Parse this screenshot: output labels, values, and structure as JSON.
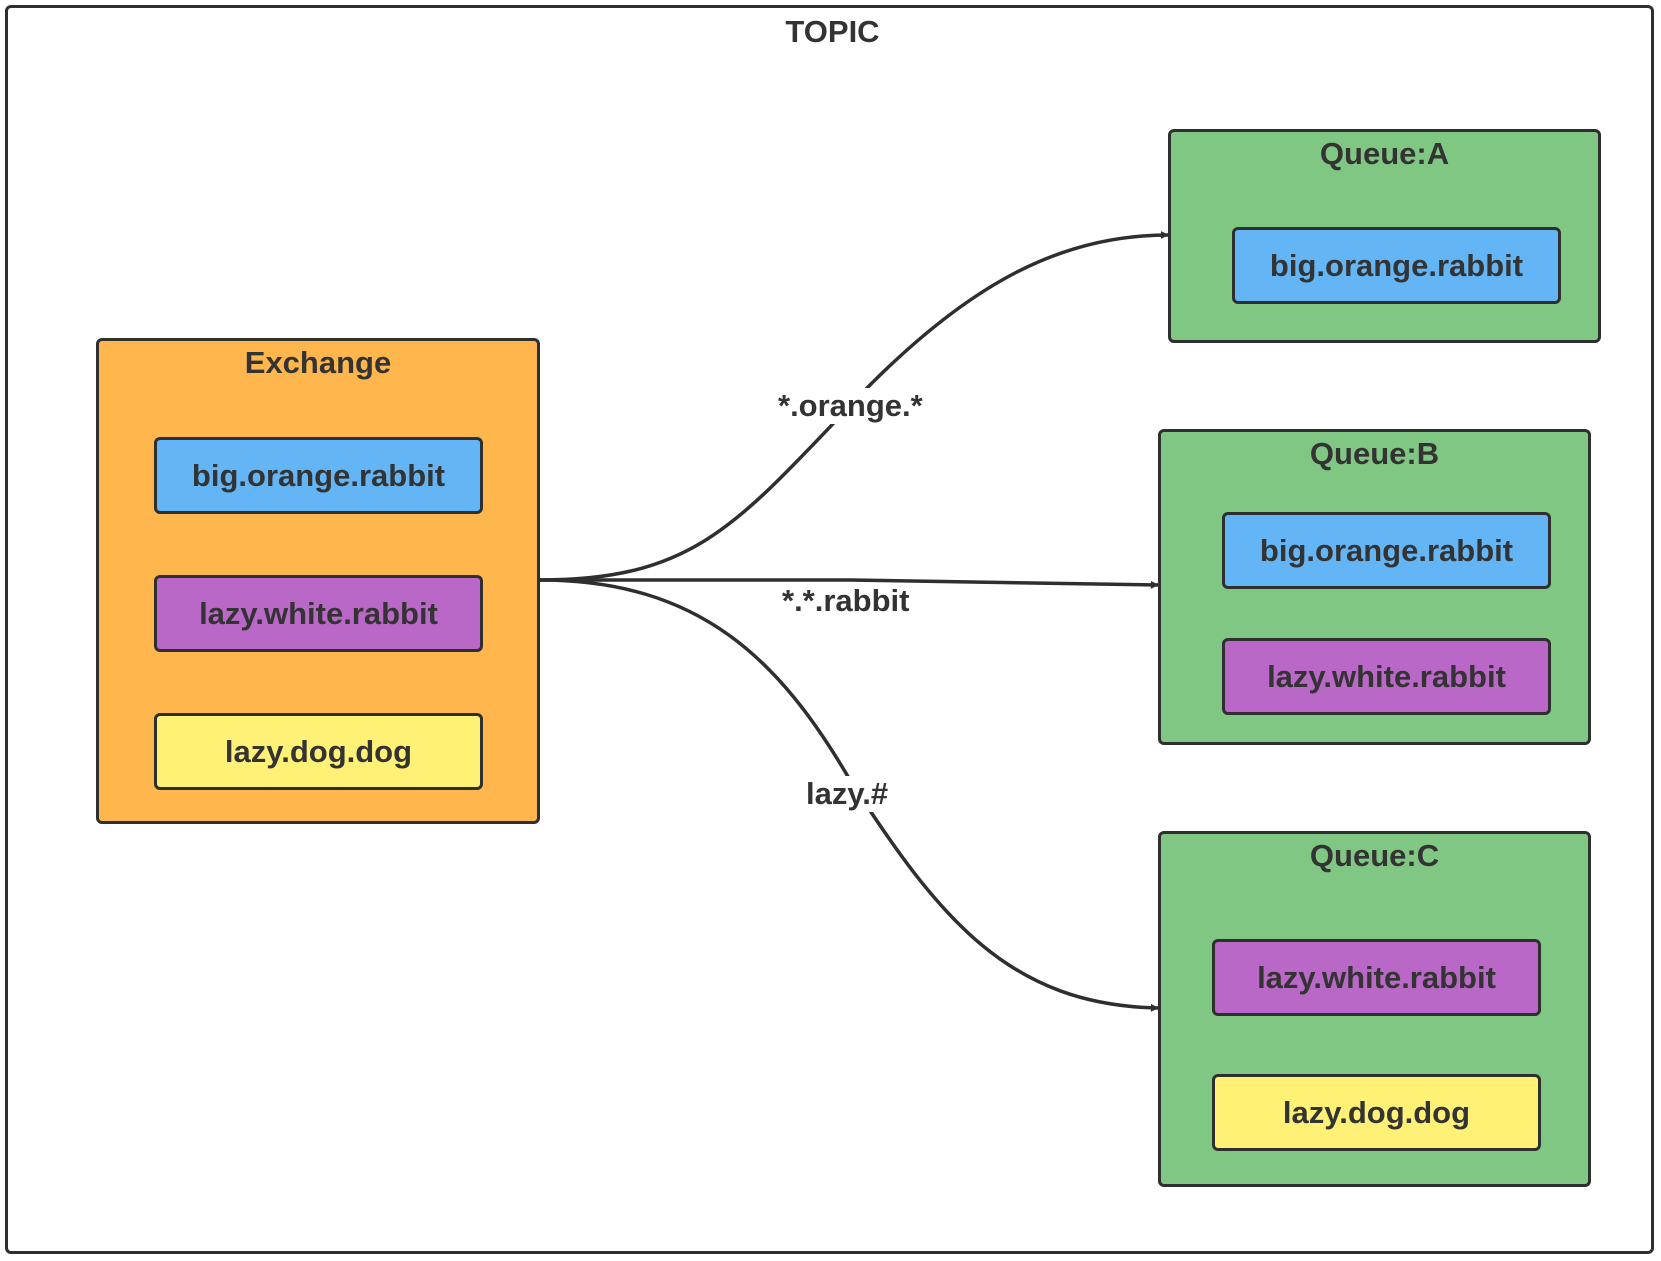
{
  "diagram": {
    "title": "TOPIC",
    "exchange": {
      "title": "Exchange",
      "keys": [
        {
          "label": "big.orange.rabbit",
          "color": "#64b5f6"
        },
        {
          "label": "lazy.white.rabbit",
          "color": "#ba68c8"
        },
        {
          "label": "lazy.dog.dog",
          "color": "#fff176"
        }
      ]
    },
    "queues": [
      {
        "title": "Queue:A",
        "keys": [
          {
            "label": "big.orange.rabbit",
            "color": "#64b5f6"
          }
        ]
      },
      {
        "title": "Queue:B",
        "keys": [
          {
            "label": "big.orange.rabbit",
            "color": "#64b5f6"
          },
          {
            "label": "lazy.white.rabbit",
            "color": "#ba68c8"
          }
        ]
      },
      {
        "title": "Queue:C",
        "keys": [
          {
            "label": "lazy.white.rabbit",
            "color": "#ba68c8"
          },
          {
            "label": "lazy.dog.dog",
            "color": "#fff176"
          }
        ]
      }
    ],
    "bindings": [
      {
        "pattern": "*.orange.*",
        "to": "Queue:A"
      },
      {
        "pattern": "*.*.rabbit",
        "to": "Queue:B"
      },
      {
        "pattern": "lazy.#",
        "to": "Queue:C"
      }
    ],
    "colors": {
      "exchange_fill": "#ffb74d",
      "queue_fill": "#81c784",
      "stroke": "#2f2f2f"
    }
  }
}
